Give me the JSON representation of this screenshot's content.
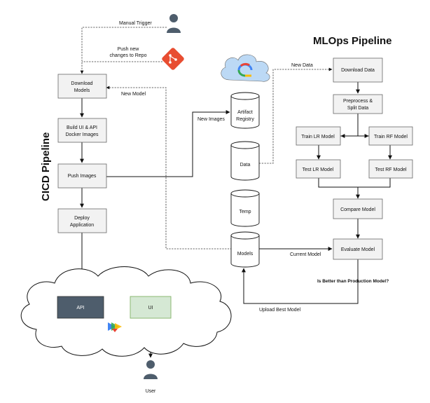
{
  "titles": {
    "mlops": "MLOps Pipeline",
    "cicd": "CICD Pipeline"
  },
  "cicd": {
    "download_models": [
      "Download",
      "Models"
    ],
    "build_images": [
      "Build UI & API",
      "Docker Images"
    ],
    "push_images": "Push Images",
    "deploy_app": [
      "Deploy",
      "Application"
    ]
  },
  "triggers": {
    "manual": "Manual Trigger",
    "push_repo": [
      "Push new",
      "changes to Repo"
    ]
  },
  "stores": {
    "artifact_registry": [
      "Artifact",
      "Registry"
    ],
    "data": "Data",
    "temp": "Temp",
    "models": "Models"
  },
  "mlops": {
    "download_data": "Download Data",
    "preprocess": [
      "Preprocess &",
      "Split Data"
    ],
    "train_lr": "Train LR Model",
    "train_rf": "Train RF Model",
    "test_lr": "Test LR Model",
    "test_rf": "Test RF Model",
    "compare": "Compare Model",
    "evaluate": "Evaluate Model"
  },
  "edge_labels": {
    "new_data": "New Data",
    "new_model": "New Model",
    "new_images": "New Images",
    "current_model": "Current Model",
    "is_better": "Is Better than Production Model?",
    "upload_best": "Upload Best Model"
  },
  "deployment": {
    "api": "API",
    "ui": "UI",
    "user": "User"
  },
  "colors": {
    "box_fill": "#f2f2f2",
    "api_fill": "#4e5d6c",
    "ui_fill": "#d5e8d4",
    "ui_stroke": "#82b366",
    "person": "#4e5d6c",
    "git": "#e84d31",
    "gcp_cloud": "#bcd9f5"
  },
  "icons": [
    "person-icon",
    "git-icon",
    "google-cloud-icon",
    "cloud-deploy-icon"
  ]
}
